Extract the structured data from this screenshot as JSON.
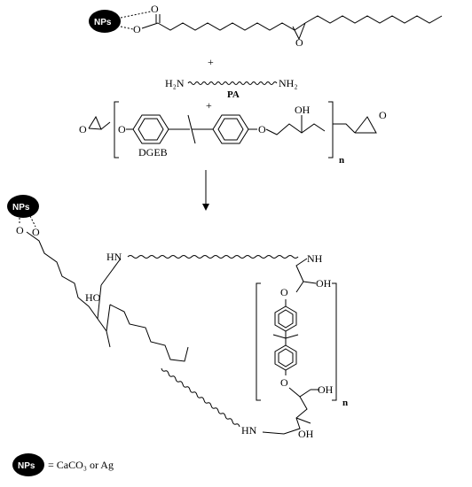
{
  "labels": {
    "np": "NPs",
    "o": "O",
    "plus": "+",
    "h2n": "H₂N",
    "nh2": "NH₂",
    "pa": "PA",
    "dgeb": "DGEB",
    "oh": "OH",
    "ho": "HO",
    "hn": "HN",
    "nh": "NH",
    "n_sub": "n",
    "legend": "= CaCO₃ or Ag"
  }
}
